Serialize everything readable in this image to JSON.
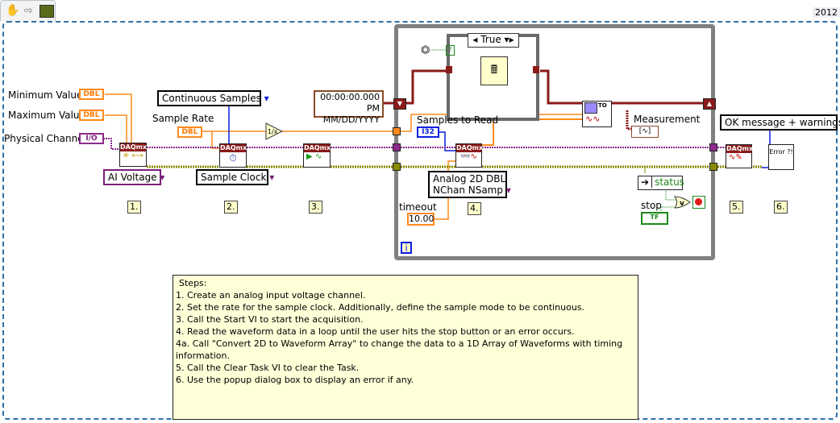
{
  "toolbar": {
    "icons": [
      "hand-tool-icon",
      "run-arrow-icon",
      "vi-icon"
    ],
    "version_badge": "2012"
  },
  "controls": {
    "minimum_value": {
      "label": "Minimum Value",
      "type": "DBL"
    },
    "maximum_value": {
      "label": "Maximum Value",
      "type": "DBL"
    },
    "physical_channel": {
      "label": "Physical Channel",
      "type": "I/O"
    },
    "sample_rate": {
      "label": "Sample Rate",
      "type": "DBL"
    },
    "samples_to_read": {
      "label": "Samples to Read",
      "type": "I32"
    },
    "stop": {
      "label": "stop",
      "type": "TF"
    }
  },
  "constants": {
    "sample_mode": "Continuous Samples",
    "timestamp_line1": "00:00:00.000 PM",
    "timestamp_line2": "MM/DD/YYYY",
    "timeout_label": "timeout",
    "timeout_value": "10.00",
    "error_dialog_type": "OK message + warnings"
  },
  "selectors": {
    "create_channel": "AI Voltage",
    "timing": "Sample Clock",
    "read_line1": "Analog 2D DBL",
    "read_line2": "NChan NSamp"
  },
  "nodes": {
    "daqmx_header": "DAQmx",
    "convert_to": "TO",
    "error_icon_text": "Error ?!",
    "status_label": "status",
    "loop_iteration": "i",
    "case_selector": "True"
  },
  "indicators": {
    "measurement": {
      "label": "Measurement"
    }
  },
  "step_labels": [
    "1.",
    "2.",
    "3.",
    "4.",
    "5.",
    "6."
  ],
  "notes": {
    "title": "Steps:",
    "lines": [
      "1.  Create an analog input voltage channel.",
      "2.  Set the rate for the sample clock.  Additionally, define the sample mode to be continuous.",
      "3.  Call the Start VI to start the acquisition.",
      "4.  Read the waveform data in a loop until the user hits the stop button or an error occurs.",
      "4a. Call \"Convert 2D to Waveform Array\" to change the data to a 1D Array of Waveforms with timing",
      "information.",
      "5.  Call the Clear Task VI to clear the Task.",
      "6.  Use the popup dialog box to display an error if any."
    ]
  },
  "colors": {
    "double_wire": "#ff8a1c",
    "task_wire": "#8c2a8c",
    "error_wire": "#8a8a00",
    "enum_wire": "#0a1fe0",
    "timestamp_wire": "#8b1a1a",
    "daqmx_header": "#8b1a1a",
    "loop_border": "#808080",
    "notes_bg": "#ffffd8"
  }
}
